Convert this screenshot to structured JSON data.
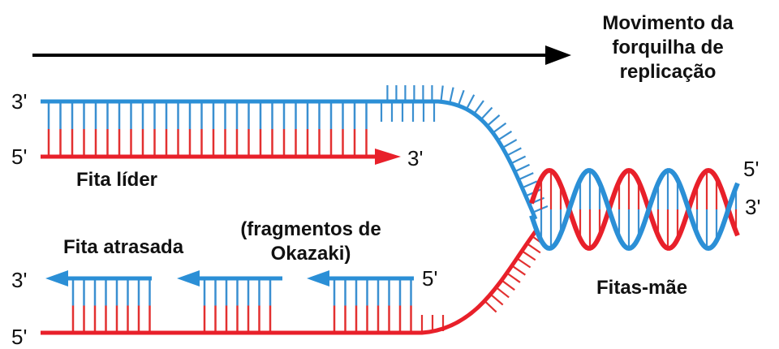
{
  "title_lines": [
    "Movimento da",
    "forquilha de",
    "replicação"
  ],
  "labels": {
    "leading": "Fita líder",
    "lagging": "Fita atrasada",
    "fragments_line1": "(fragmentos de",
    "fragments_line2": "Okazaki)",
    "parents": "Fitas-mãe"
  },
  "strand_ends": {
    "top_left": "3'",
    "leading_left": "5'",
    "leading_tip": "3'",
    "right_top": "5'",
    "right_bottom": "3'",
    "lagging_left": "3'",
    "fragment_right": "5'",
    "bottom_left": "5'"
  },
  "colors": {
    "template_blue": "#2b8fd6",
    "new_red": "#e8202a",
    "arrow_black": "#000000",
    "rung_blue": "#3a8fd0",
    "rung_red": "#e23030"
  },
  "icons": [
    "fork-direction-arrow",
    "leading-strand-arrow",
    "okazaki-fragment-arrow"
  ]
}
